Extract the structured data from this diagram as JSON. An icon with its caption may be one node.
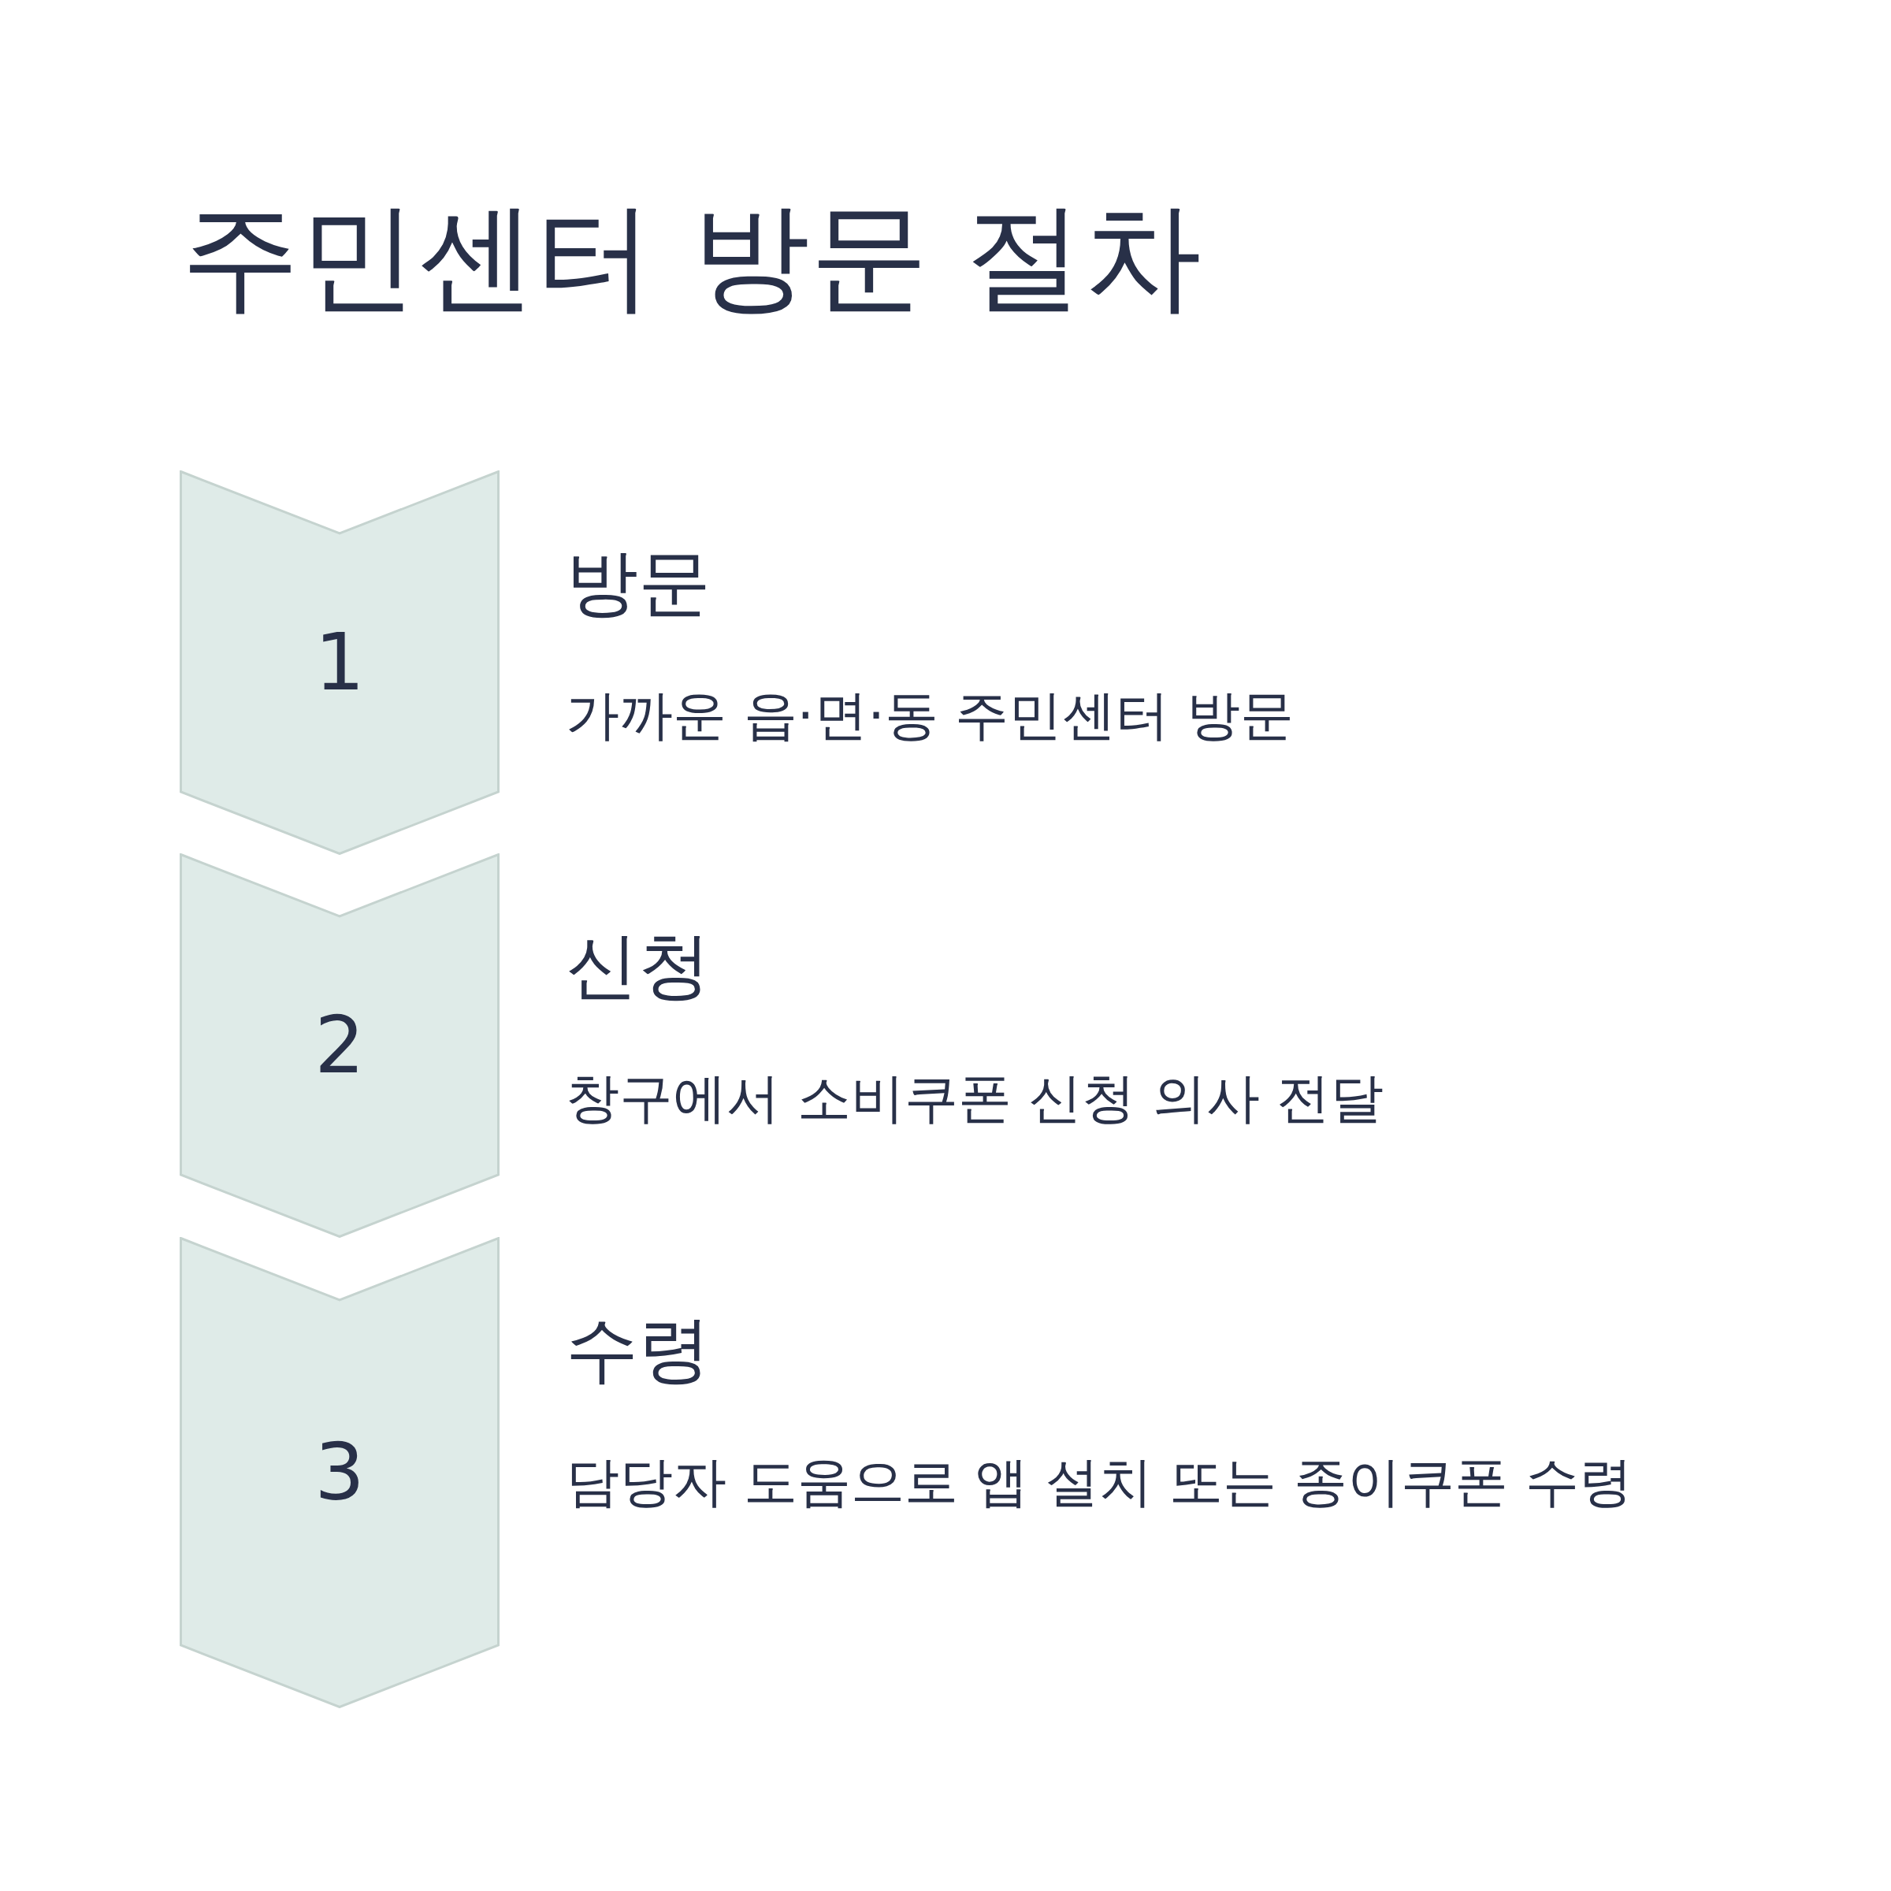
{
  "diagram": {
    "title": "주민센터 방문 절차",
    "nodes": [
      {
        "text": [
          "1"
        ],
        "beside": [
          "방문",
          "가까운 읍·면·동 주민센터 방문"
        ]
      },
      {
        "text": [
          "2"
        ],
        "beside": [
          "신청",
          "창구에서 소비쿠폰 신청 의사 전달"
        ]
      },
      {
        "text": [
          "3"
        ],
        "beside": [
          "수령",
          "담당자 도움으로 앱 설치 또는 종이쿠폰 수령"
        ]
      }
    ]
  }
}
